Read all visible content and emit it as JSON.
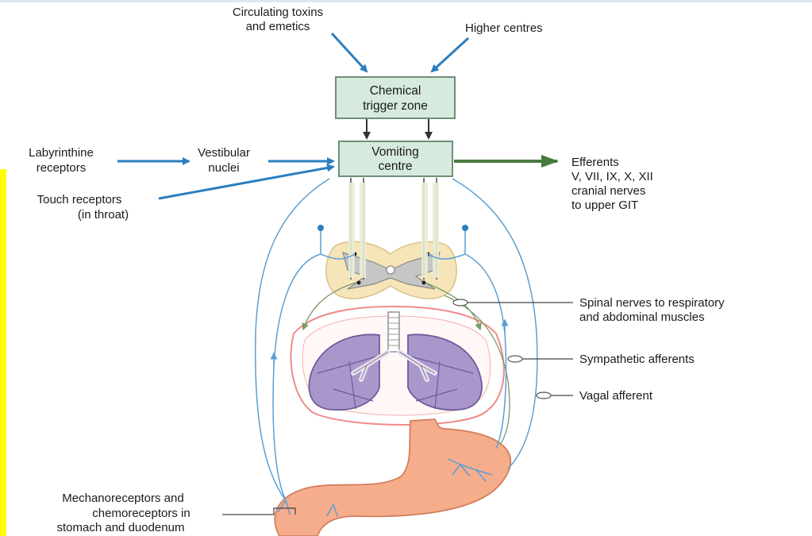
{
  "labels": {
    "circulating_toxins": [
      "Circulating toxins",
      "and emetics"
    ],
    "higher_centres": "Higher centres",
    "chemical_trigger_zone": [
      "Chemical",
      "trigger zone"
    ],
    "vomiting_centre": [
      "Vomiting",
      "centre"
    ],
    "labyrinthine_receptors": [
      "Labyrinthine",
      "receptors"
    ],
    "vestibular_nuclei": [
      "Vestibular",
      "nuclei"
    ],
    "touch_receptors": [
      "Touch receptors",
      "(in throat)"
    ],
    "efferents": [
      "Efferents",
      "V, VII, IX, X, XII",
      "cranial nerves",
      "to upper GIT"
    ],
    "spinal_nerves": [
      "Spinal nerves to respiratory",
      "and abdominal muscles"
    ],
    "sympathetic_afferents": "Sympathetic afferents",
    "vagal_afferent": "Vagal afferent",
    "mechanoreceptors": [
      "Mechanoreceptors and",
      "chemoreceptors in",
      "stomach and duodenum"
    ]
  },
  "colors": {
    "input_arrow": "#2a7fc0",
    "efferent_arrow": "#4a7a3c",
    "box_fill": "#d7eadf",
    "box_border": "#6f8f76",
    "nerve_blue": "#5a9fd4",
    "nerve_green": "#7c9a6a",
    "spinal_cord": "#f6e5b8",
    "grey_matter": "#c6c6c6",
    "lung": "#a997cc",
    "thorax_border": "#f08a8a",
    "stomach": "#f5ad8c",
    "highlight_bar": "#ffff00"
  }
}
